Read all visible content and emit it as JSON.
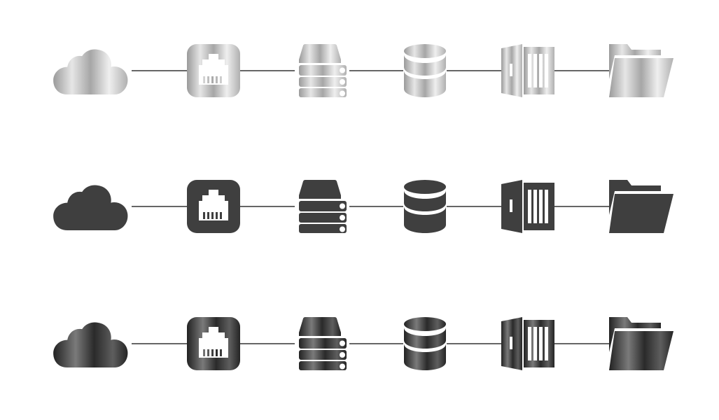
{
  "rows": [
    {
      "style": "light-silver-gradient",
      "icons": [
        "cloud-icon",
        "ethernet-port-icon",
        "server-rack-icon",
        "database-icon",
        "shipping-container-icon",
        "folder-icon"
      ]
    },
    {
      "style": "flat-dark-gray",
      "icons": [
        "cloud-icon",
        "ethernet-port-icon",
        "server-rack-icon",
        "database-icon",
        "shipping-container-icon",
        "folder-icon"
      ]
    },
    {
      "style": "dark-metallic-gradient",
      "icons": [
        "cloud-icon",
        "ethernet-port-icon",
        "server-rack-icon",
        "database-icon",
        "shipping-container-icon",
        "folder-icon"
      ]
    }
  ],
  "colors": {
    "background": "#ffffff",
    "connector": "#333333",
    "flat_fill": "#3f3f3f",
    "light_gradient": [
      "#9a9a9a",
      "#f2f2f2",
      "#a8a8a8",
      "#eaeaea",
      "#b0b0b0"
    ],
    "dark_gradient": [
      "#1f1f1f",
      "#8a8a8a",
      "#2a2a2a",
      "#6a6a6a",
      "#232323"
    ]
  }
}
